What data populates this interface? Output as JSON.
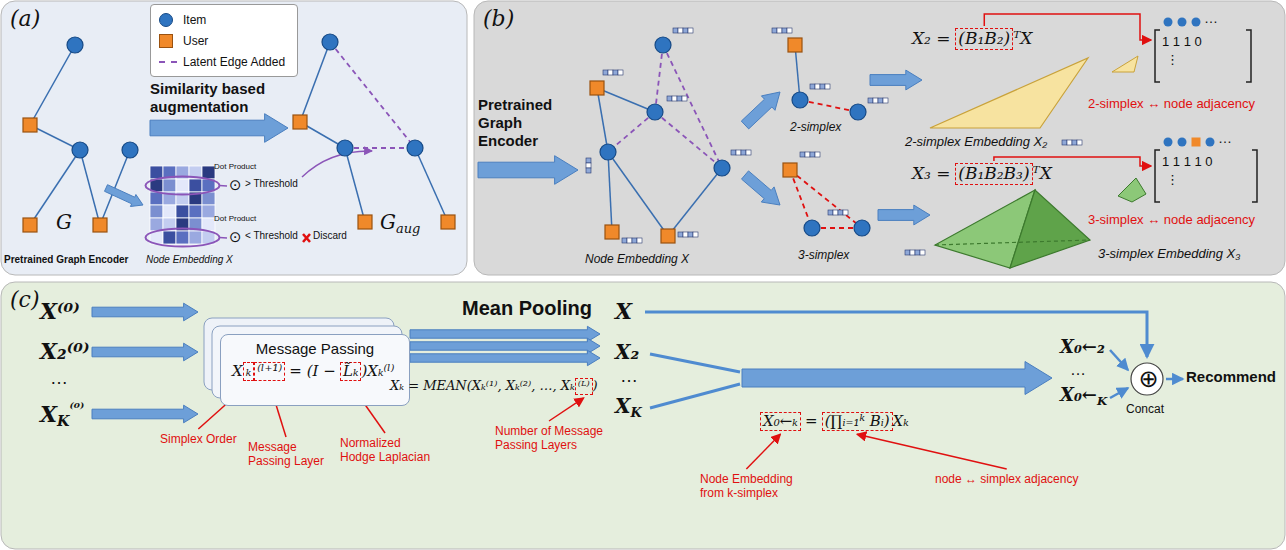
{
  "diagram": {
    "nodes": [
      {
        "text": [
          "(a)"
        ]
      },
      {
        "text": [
          "(b)"
        ]
      },
      {
        "text": [
          "(c)"
        ]
      },
      {
        "text": [
          "Message Passing"
        ],
        "in": 2
      },
      {
        "text": [
          "⊕"
        ],
        "in": 2
      }
    ],
    "labels": [
      "G",
      "Similarity based augmentation",
      "Pretrained Graph Encoder",
      "Node Embedding X",
      "Dot Product",
      "⊙",
      "> Threshold",
      "Dot Product",
      "⊙",
      "< Threshold",
      "Discard",
      "G",
      "aug",
      "Pretrained Graph Encoder",
      "Node Embedding X",
      "2-simplex",
      "3-simplex",
      "X₂ =",
      "(B₁B₂)",
      "ᵀX",
      "…",
      "1 1 1 0",
      "⋮",
      "2-simplex ↔ node adjacency",
      "2-simplex Embedding X₂",
      "X₃ =",
      "(B₁B₂B₃)",
      "ᵀX",
      "…",
      "1 1 1 1 0",
      "⋮",
      "3-simplex ↔ node adjacency",
      "3-simplex Embedding X₃",
      "X⁽⁰⁾",
      "X₂⁽⁰⁾",
      "…",
      "X",
      "K",
      "⁽⁰⁾",
      "X",
      "ₖ",
      "⁽ˡ⁺¹⁾",
      "= (I −",
      "L̃ₖ",
      ")Xₖ⁽ˡ⁾",
      "Simplex Order",
      "Message Passing Layer",
      "Normalized Hodge Laplacian",
      "Mean Pooling",
      "Xₖ = MEAN(Xₖ⁽¹⁾, Xₖ⁽²⁾, …, Xₖ",
      "⁽ᴸ⁾",
      ")",
      "Number of Message Passing Layers",
      "X",
      "X₂",
      "…",
      "X",
      "K",
      "X₀←ₖ",
      "=",
      "(∏ᵢ₌₁ᵏ Bᵢ)",
      "Xₖ",
      "Node Embedding from k-simplex",
      "node ↔ simplex adjacency",
      "X₀←₂",
      "…",
      "X₀←",
      "K",
      "Concat",
      "Recommend"
    ],
    "legend": [
      {
        "text": "Item",
        "color": "#2f74c0"
      },
      {
        "text": "User",
        "color": "#f0892a"
      },
      {
        "text": "Latent Edge Added"
      }
    ]
  }
}
